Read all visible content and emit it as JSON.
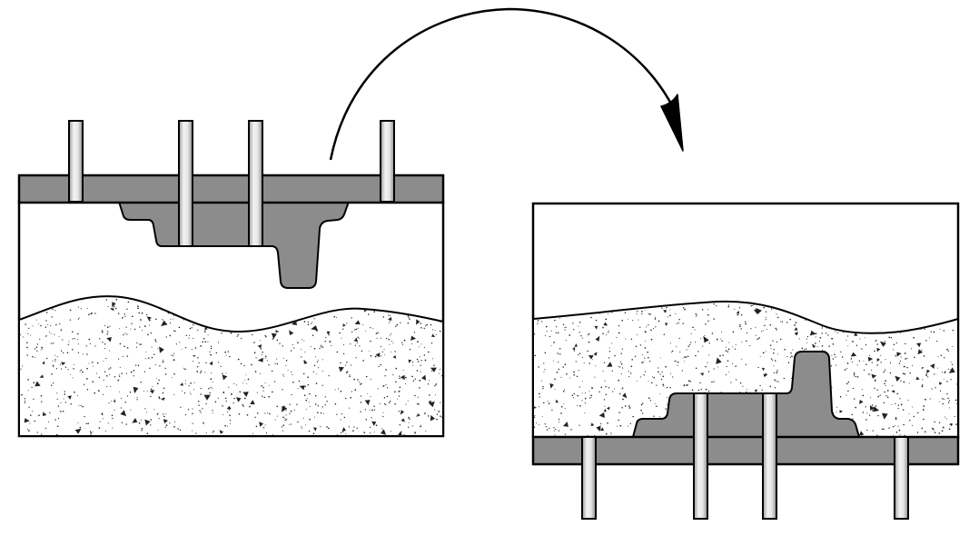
{
  "figure": {
    "caption": "",
    "background": "#ffffff",
    "stroke_color": "#000000",
    "pattern_gray": "#8c8c8c",
    "pin_color": "#d9d9d9",
    "sand_color": "#ffffff",
    "speck_color": "#222222"
  },
  "panels": [
    {
      "id": "before",
      "pattern_orientation": "top",
      "pin_count": 4
    },
    {
      "id": "after",
      "pattern_orientation": "bottom",
      "pin_count": 4
    }
  ],
  "arrow": {
    "direction": "left-to-right",
    "shape": "arc"
  }
}
